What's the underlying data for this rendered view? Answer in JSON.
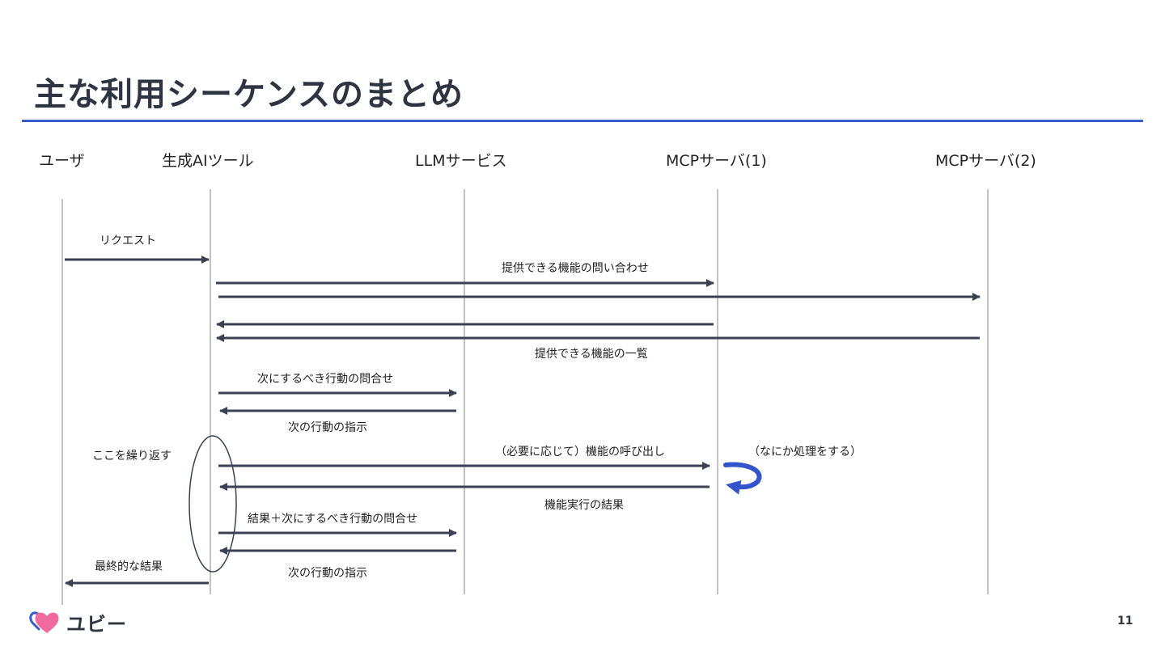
{
  "slide": {
    "title": "主な利用シーケンスのまとめ",
    "page_number": "11"
  },
  "actors": [
    "ユーザ",
    "生成AIツール",
    "LLMサービス",
    "MCPサーバ(1)",
    "MCPサーバ(2)"
  ],
  "messages": {
    "request": "リクエスト",
    "capability_query": "提供できる機能の問い合わせ",
    "capability_list": "提供できる機能の一覧",
    "next_action_query": "次にするべき行動の問合せ",
    "next_action_instruction": "次の行動の指示",
    "repeat_note": "ここを繰り返す",
    "function_call": "（必要に応じて）機能の呼び出し",
    "processing_note": "（なにか処理をする）",
    "function_result": "機能実行の結果",
    "result_plus_query": "結果＋次にするべき行動の問合せ",
    "next_action_instruction_2": "次の行動の指示",
    "final_result": "最終的な結果"
  },
  "brand": {
    "logo_text": "ユビー",
    "accent": "#3a5cc6",
    "arrow_color": "#3b4154",
    "heart_color": "#f06aa0"
  }
}
